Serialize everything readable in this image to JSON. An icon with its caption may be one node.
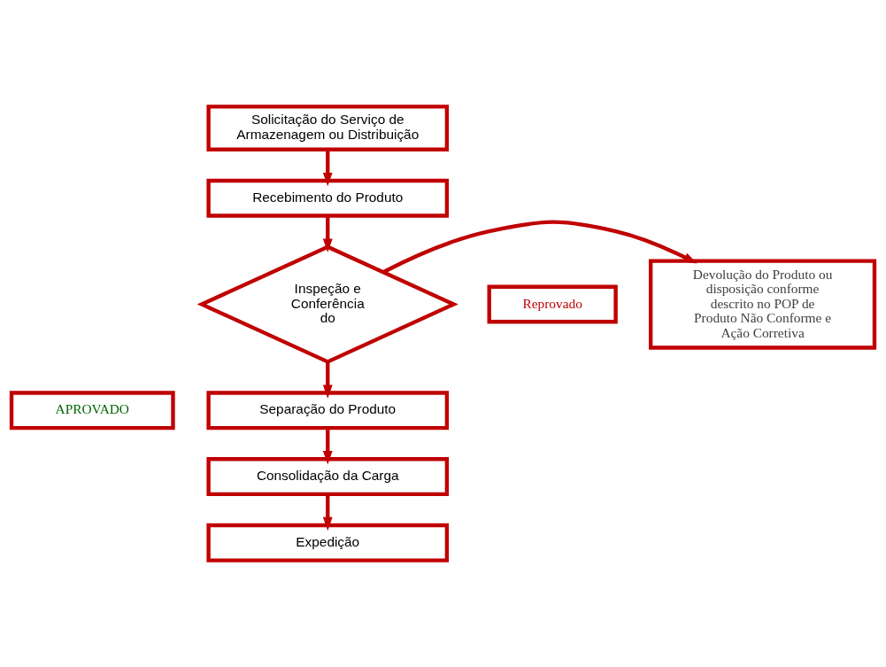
{
  "diagram": {
    "nodes": [
      {
        "text": [
          "Solicitação do Serviço de Armazenagem ou Distribuição"
        ]
      },
      {
        "text": [
          "Recebimento do Produto"
        ]
      },
      {
        "text": [
          "Inspeção e Conferência do"
        ]
      },
      {
        "text": [
          "Reprovado"
        ]
      },
      {
        "text": [
          "Devolução do Produto ou disposição conforme descrito no POP de Produto Não Conforme e Ação Corretiva"
        ]
      },
      {
        "text": [
          "APROVADO"
        ]
      },
      {
        "text": [
          "Separação do Produto"
        ]
      },
      {
        "text": [
          "Consolidação da Carga"
        ]
      },
      {
        "text": [
          "Expedição"
        ]
      }
    ],
    "edges": [
      {
        "from": 0,
        "to": 1,
        "arrow": "to"
      },
      {
        "from": 1,
        "to": 2,
        "arrow": "to"
      },
      {
        "from": 2,
        "to": 4,
        "arrow": "to"
      },
      {
        "from": 2,
        "to": 6,
        "arrow": "to"
      },
      {
        "from": 6,
        "to": 7,
        "arrow": "to"
      },
      {
        "from": 7,
        "to": 8,
        "arrow": "to"
      }
    ]
  }
}
